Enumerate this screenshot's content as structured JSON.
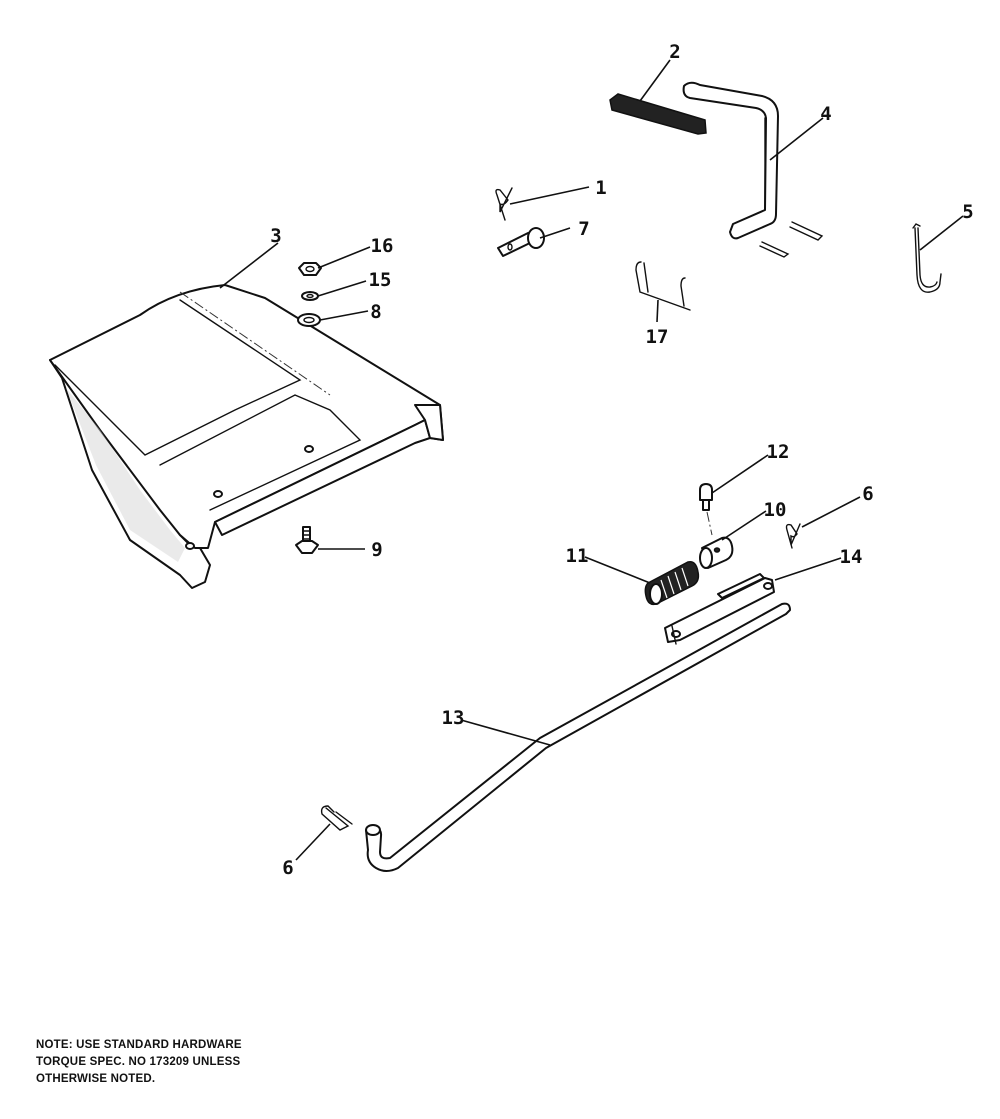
{
  "callouts": [
    {
      "number": "1"
    },
    {
      "number": "2"
    },
    {
      "number": "3"
    },
    {
      "number": "4"
    },
    {
      "number": "5"
    },
    {
      "number": "6"
    },
    {
      "number": "6"
    },
    {
      "number": "7"
    },
    {
      "number": "8"
    },
    {
      "number": "9"
    },
    {
      "number": "10"
    },
    {
      "number": "11"
    },
    {
      "number": "12"
    },
    {
      "number": "13"
    },
    {
      "number": "14"
    },
    {
      "number": "15"
    },
    {
      "number": "16"
    },
    {
      "number": "17"
    }
  ],
  "note": {
    "lines": [
      "NOTE:  USE STANDARD HARDWARE",
      "TORQUE SPEC. NO 173209 UNLESS",
      "OTHERWISE NOTED."
    ]
  }
}
